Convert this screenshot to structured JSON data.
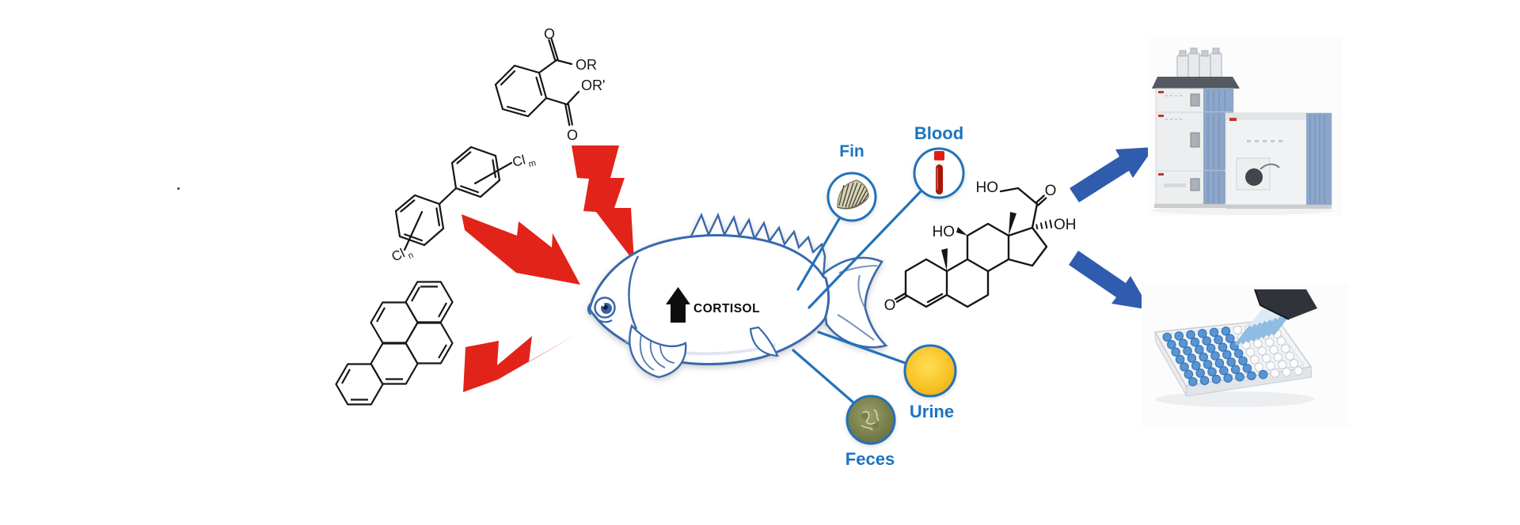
{
  "colors": {
    "bolt_red": "#e2231a",
    "fish_outline_blue": "#3a68ad",
    "link_blue": "#2272b9",
    "label_blue": "#1b74c0",
    "arrow_blue": "#2f5cad",
    "structure_black": "#161616",
    "urine_yellow": "#f8c428",
    "feces_olive": "#6e7440",
    "blood_red": "#a51708"
  },
  "stressors": {
    "phthalate_ester": {
      "o_top": "O",
      "or": "OR",
      "or_prime": "OR'",
      "o_bottom": "O"
    },
    "pcb": {
      "cl_upper": "Cl",
      "m": "m",
      "cl_lower": "Cl",
      "n": "n"
    }
  },
  "fish": {
    "hormone": "CORTISOL"
  },
  "matrices": {
    "fin": "Fin",
    "blood": "Blood",
    "urine": "Urine",
    "feces": "Feces"
  },
  "cortisol_molecule": {
    "ho_21": "HO",
    "o_20": "O",
    "oh_17": "OH",
    "ho_11": "HO",
    "o_3": "O"
  }
}
